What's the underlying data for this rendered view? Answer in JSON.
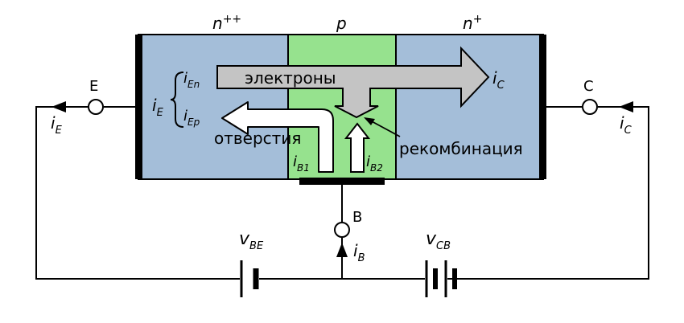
{
  "regions": {
    "emitter": "n",
    "emitter_sup": "++",
    "base": "p",
    "collector": "n",
    "collector_sup": "+"
  },
  "flows": {
    "electrons": "электроны",
    "holes": "отверстия",
    "recombination": "рекомбинация"
  },
  "currents": {
    "i": "i",
    "v": "v",
    "E": "E",
    "En": "En",
    "Ep": "Ep",
    "C": "C",
    "B": "B",
    "B1": "B1",
    "B2": "B2",
    "BE": "BE",
    "CB": "CB"
  },
  "terminals": {
    "emitter": "E",
    "collector": "C",
    "base": "B"
  },
  "colors": {
    "n_region": "#a4bed9",
    "p_region": "#96e28e",
    "arrow_gray": "#c4c4c4",
    "wire": "#000000"
  }
}
